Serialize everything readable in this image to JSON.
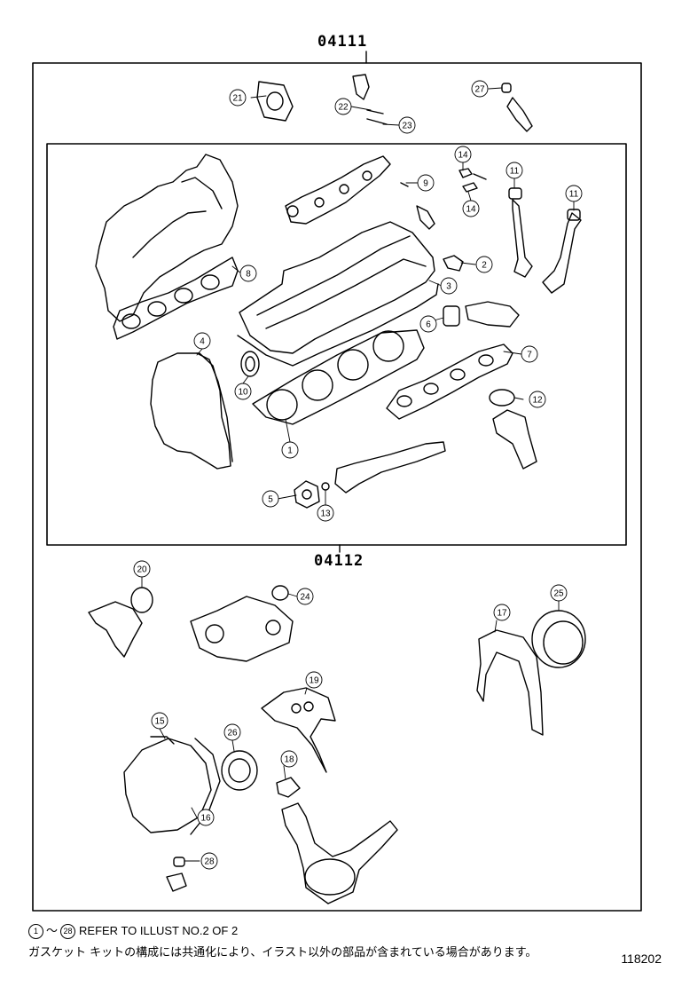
{
  "kits": {
    "outer_code": "04111",
    "inner_code": "04112"
  },
  "callouts": [
    {
      "num": "1"
    },
    {
      "num": "2"
    },
    {
      "num": "3"
    },
    {
      "num": "4"
    },
    {
      "num": "5"
    },
    {
      "num": "6"
    },
    {
      "num": "7"
    },
    {
      "num": "8"
    },
    {
      "num": "9"
    },
    {
      "num": "10"
    },
    {
      "num": "11"
    },
    {
      "num": "11"
    },
    {
      "num": "12"
    },
    {
      "num": "13"
    },
    {
      "num": "14"
    },
    {
      "num": "14"
    },
    {
      "num": "15"
    },
    {
      "num": "16"
    },
    {
      "num": "17"
    },
    {
      "num": "18"
    },
    {
      "num": "19"
    },
    {
      "num": "20"
    },
    {
      "num": "21"
    },
    {
      "num": "22"
    },
    {
      "num": "23"
    },
    {
      "num": "24"
    },
    {
      "num": "25"
    },
    {
      "num": "26"
    },
    {
      "num": "27"
    },
    {
      "num": "28"
    }
  ],
  "notes": {
    "range_start": "1",
    "range_sep": "～",
    "range_end": "28",
    "reference": "REFER TO ILLUST NO.2 OF 2",
    "japanese": "ガスケット キットの構成には共通化により、イラスト以外の部品が含まれている場合があります。"
  },
  "figure_number": "118202"
}
